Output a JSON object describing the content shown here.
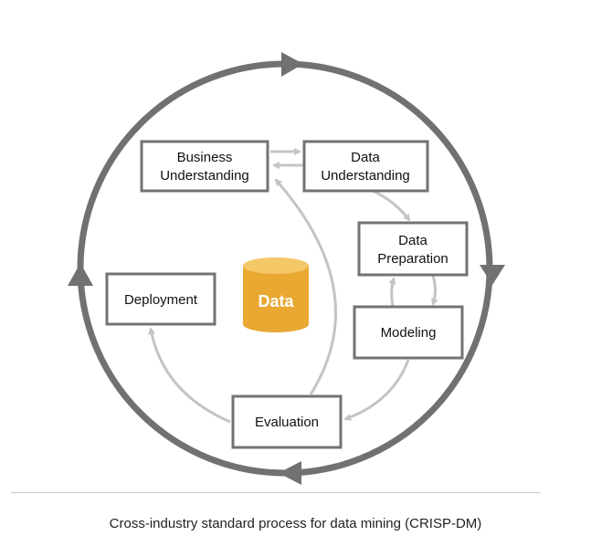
{
  "diagram": {
    "phases": {
      "business_understanding": [
        "Business",
        "Understanding"
      ],
      "data_understanding": [
        "Data",
        "Understanding"
      ],
      "data_preparation": [
        "Data",
        "Preparation"
      ],
      "modeling": "Modeling",
      "evaluation": "Evaluation",
      "deployment": "Deployment"
    },
    "center": "Data"
  },
  "caption": "Cross-industry standard process for data mining (CRISP-DM)",
  "colors": {
    "outer_cycle": "#717171",
    "inner_arrows": "#c4c4c4",
    "box_border": "#737373",
    "data_cylinder": "#e9a832",
    "data_cylinder_top": "#f4c767"
  }
}
